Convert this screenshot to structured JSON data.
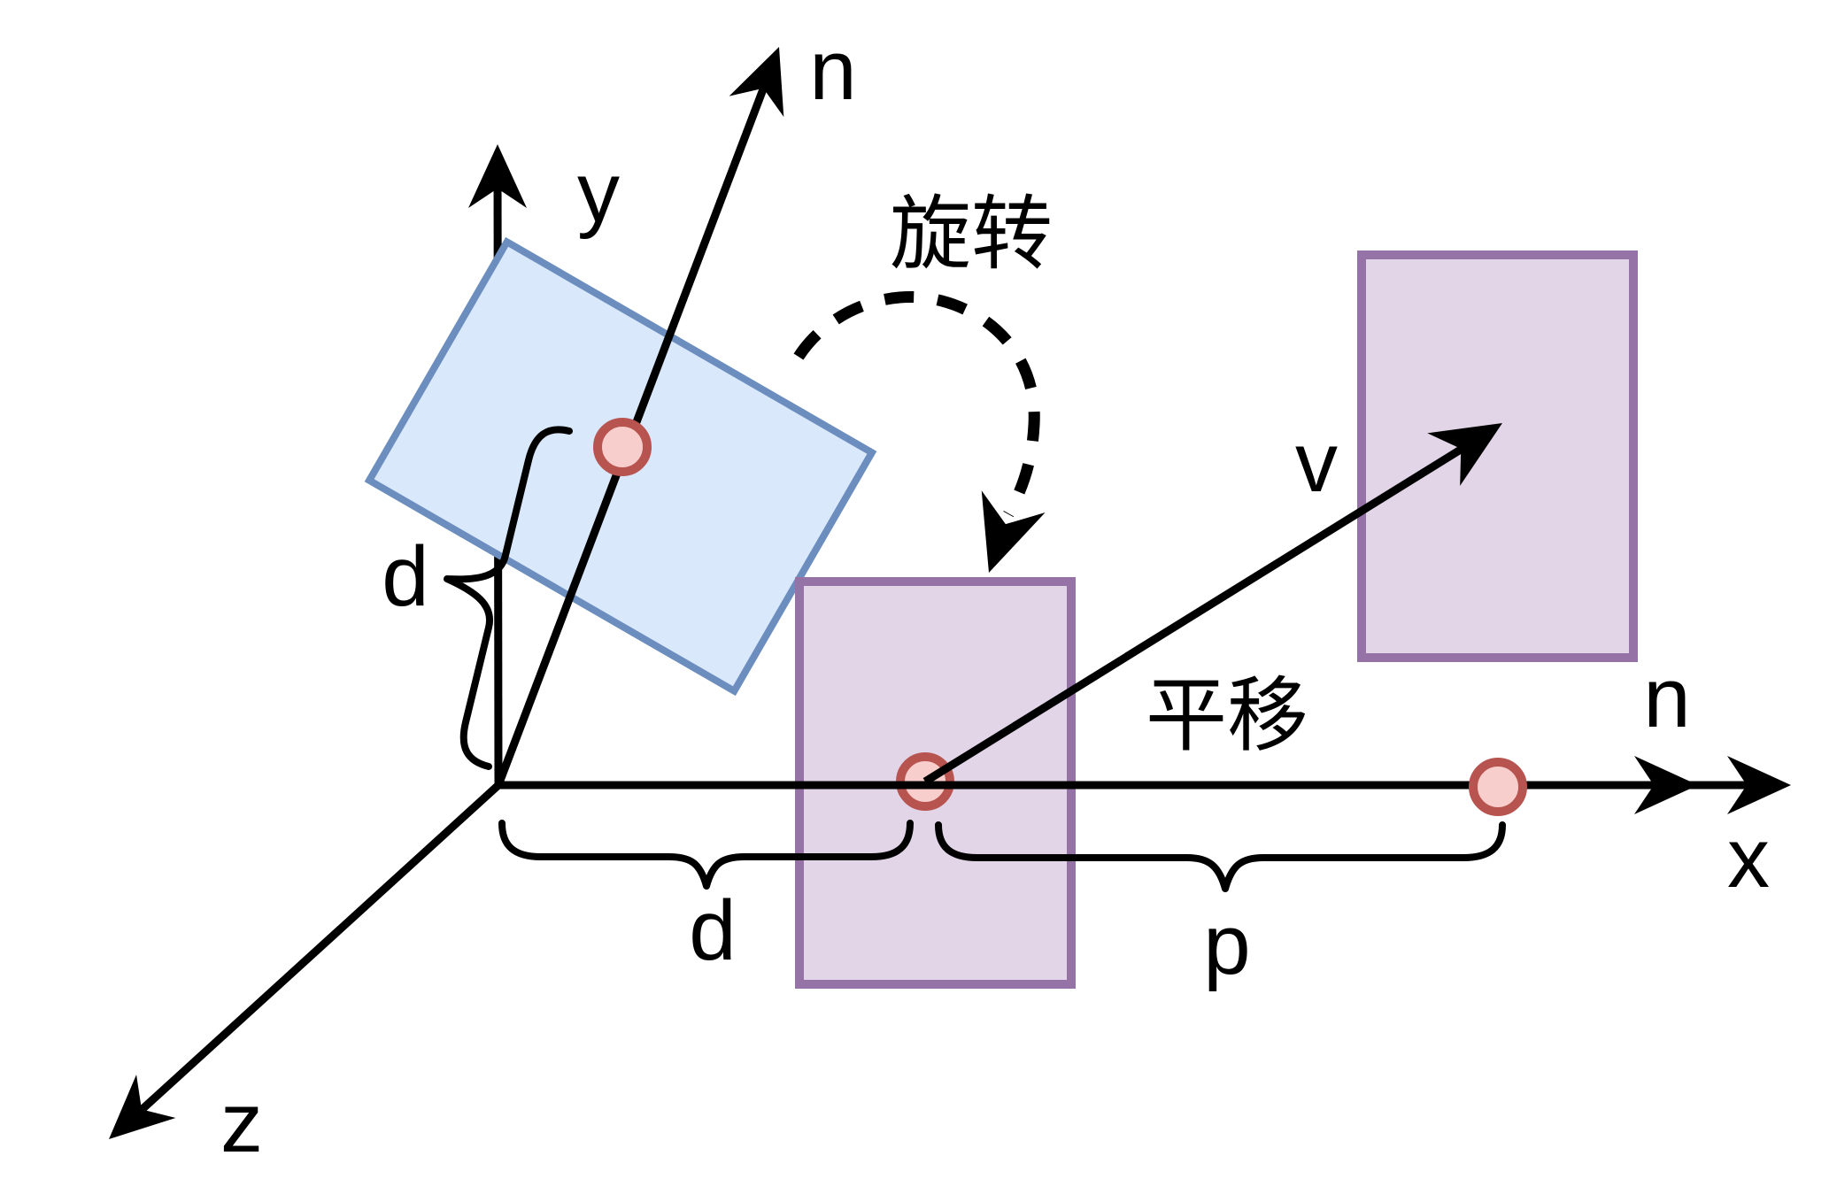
{
  "diagram": {
    "description": "Plane rotation and translation diagram with xyz axes",
    "background": "#ffffff",
    "labels": {
      "y_axis": "y",
      "z_axis": "z",
      "x_axis": "x",
      "normal_initial": "n",
      "normal_translated": "n",
      "vector_v": "v",
      "distance_plane_vertical": "d",
      "distance_origin_horizontal": "d",
      "translation_distance": "p",
      "rotation_annotation": "旋转",
      "translation_annotation": "平移"
    },
    "colors": {
      "initial_plane_fill": "#dae8fc",
      "initial_plane_stroke": "#6c8ebf",
      "axis_plane_fill": "#e1d5e7",
      "axis_plane_stroke": "#9673a6",
      "point_fill": "#f8cecc",
      "point_stroke": "#b85450",
      "line_color": "#000000"
    }
  }
}
